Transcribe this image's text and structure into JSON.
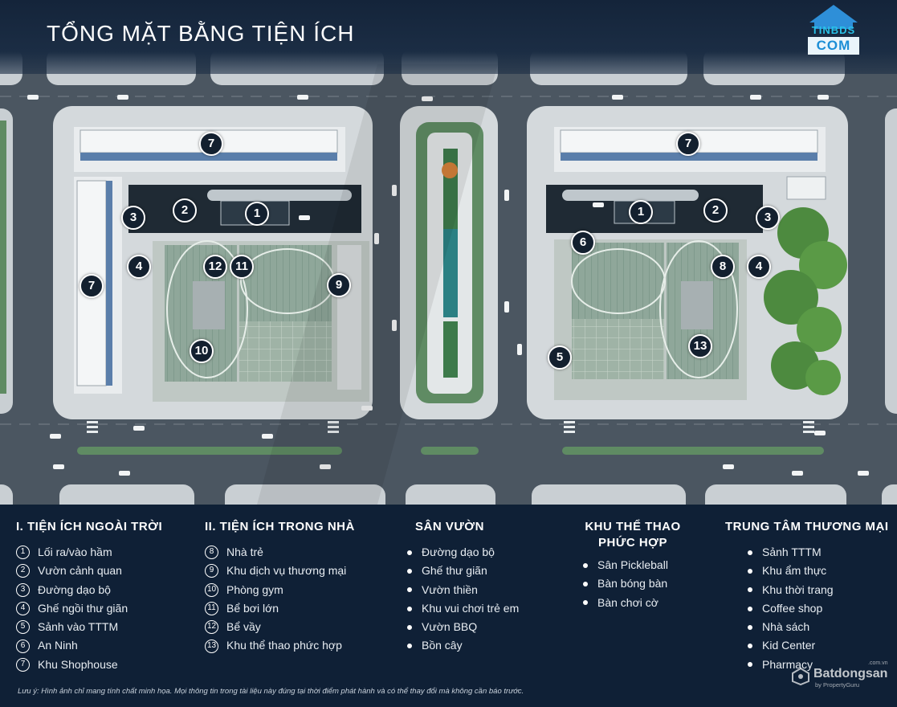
{
  "title": "TỔNG MẶT BẰNG TIỆN ÍCH",
  "logo": {
    "line1": "TINBDS",
    "line2": "COM"
  },
  "markers": [
    {
      "label": "7"
    },
    {
      "label": "7"
    },
    {
      "label": "7"
    },
    {
      "label": "1"
    },
    {
      "label": "1"
    },
    {
      "label": "2"
    },
    {
      "label": "2"
    },
    {
      "label": "3"
    },
    {
      "label": "3"
    },
    {
      "label": "4"
    },
    {
      "label": "4"
    },
    {
      "label": "12"
    },
    {
      "label": "11"
    },
    {
      "label": "9"
    },
    {
      "label": "10"
    },
    {
      "label": "6"
    },
    {
      "label": "8"
    },
    {
      "label": "5"
    },
    {
      "label": "13"
    }
  ],
  "legend": {
    "outdoor": {
      "heading": "I. TIỆN ÍCH NGOÀI TRỜI",
      "items": [
        {
          "num": "1",
          "label": "Lối ra/vào hầm"
        },
        {
          "num": "2",
          "label": "Vườn cảnh quan"
        },
        {
          "num": "3",
          "label": "Đường dạo bộ"
        },
        {
          "num": "4",
          "label": "Ghế ngồi thư giãn"
        },
        {
          "num": "5",
          "label": "Sảnh vào TTTM"
        },
        {
          "num": "6",
          "label": "An Ninh"
        },
        {
          "num": "7",
          "label": "Khu Shophouse"
        }
      ]
    },
    "indoor": {
      "heading": "II. TIỆN ÍCH TRONG NHÀ",
      "items": [
        {
          "num": "8",
          "label": "Nhà trẻ"
        },
        {
          "num": "9",
          "label": "Khu dịch vụ thương mại"
        },
        {
          "num": "10",
          "label": "Phòng gym"
        },
        {
          "num": "11",
          "label": "Bể bơi lớn"
        },
        {
          "num": "12",
          "label": "Bể vầy"
        },
        {
          "num": "13",
          "label": "Khu thể thao phức hợp"
        }
      ]
    },
    "garden": {
      "heading": "SÂN VƯỜN",
      "items": [
        "Đường dạo bộ",
        "Ghế thư giãn",
        "Vườn thiền",
        "Khu vui chơi trẻ em",
        "Vườn BBQ",
        "Bồn cây"
      ]
    },
    "sports": {
      "heading_line1": "KHU THỂ THAO",
      "heading_line2": "PHỨC HỢP",
      "items": [
        "Sân Pickleball",
        "Bàn bóng bàn",
        "Bàn chơi cờ"
      ]
    },
    "mall": {
      "heading": "TRUNG TÂM THƯƠNG MẠI",
      "items": [
        "Sảnh TTTM",
        "Khu ẩm thực",
        "Khu thời trang",
        "Coffee shop",
        "Nhà sách",
        "Kid Center",
        "Pharmacy"
      ]
    }
  },
  "note": "Lưu ý: Hình ảnh chỉ mang tính chất minh họa. Mọi thông tin trong tài liệu này đúng tại thời điểm phát hành và có thể thay đổi mà không cần báo trước.",
  "watermark": {
    "text": "Batdongsan",
    "sub": "by PropertyGuru",
    "domain": ".com.vn"
  }
}
